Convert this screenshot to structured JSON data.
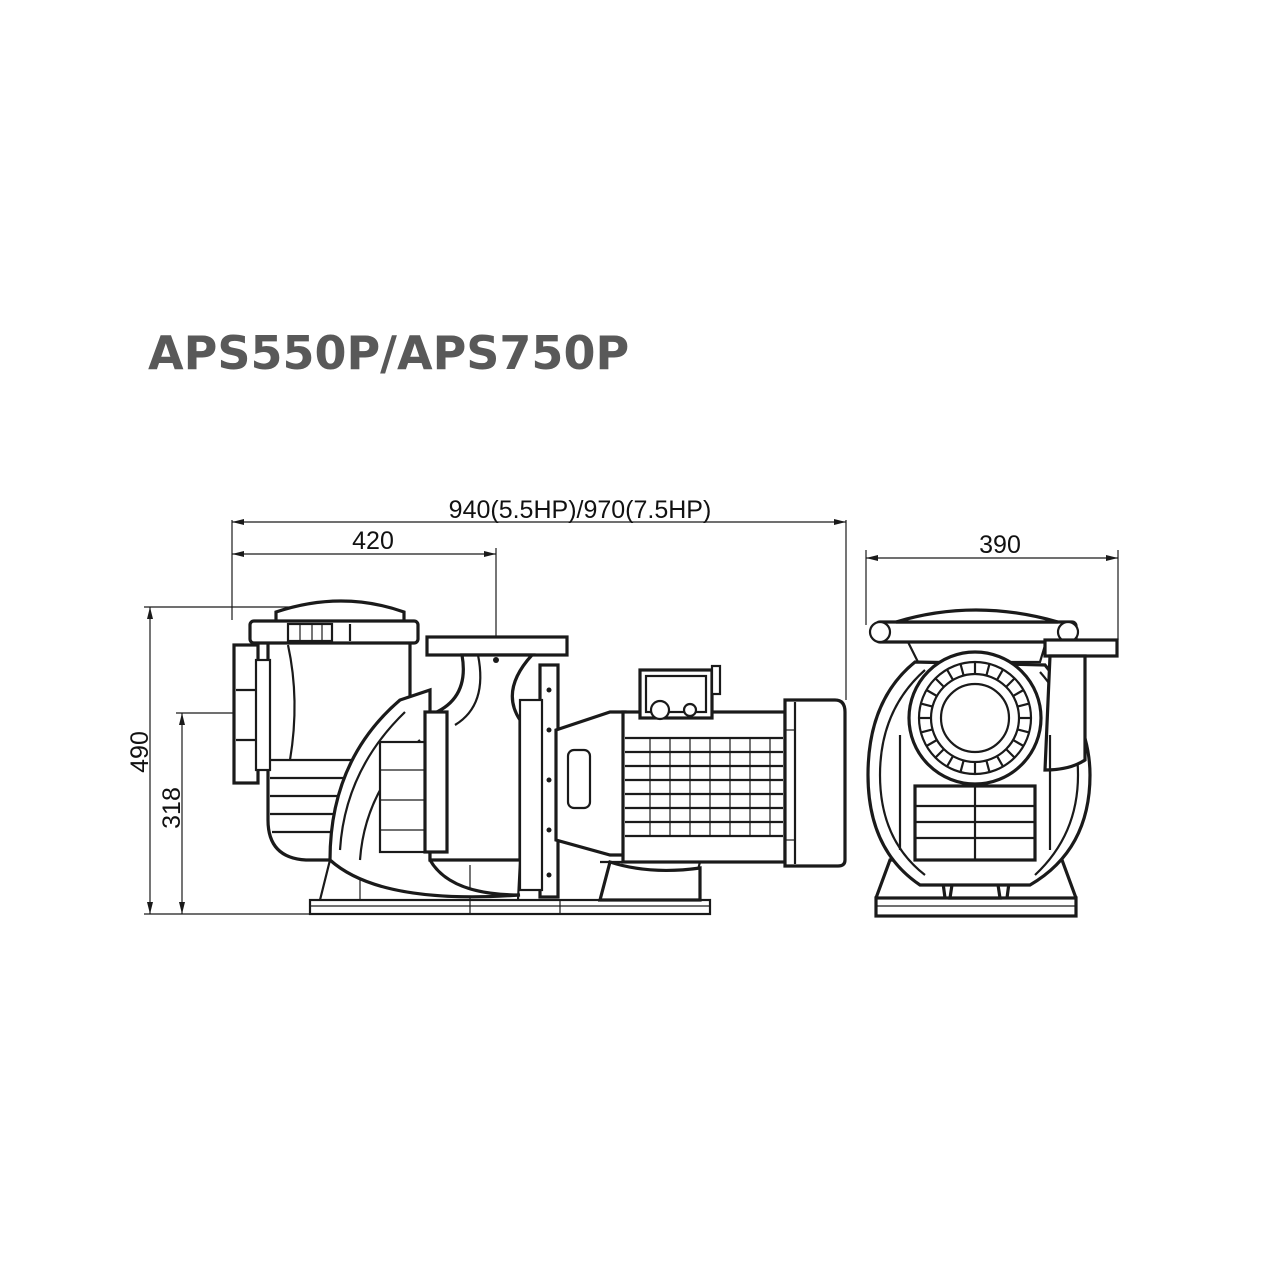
{
  "title": "APS550P/APS750P",
  "dimensions": {
    "overall_length": "940(5.5HP)/970(7.5HP)",
    "inlet_offset": "420",
    "width": "390",
    "height": "490",
    "inlet_height": "318"
  },
  "colors": {
    "title": "#595959",
    "line": "#1a1a1a",
    "background": "#ffffff"
  }
}
